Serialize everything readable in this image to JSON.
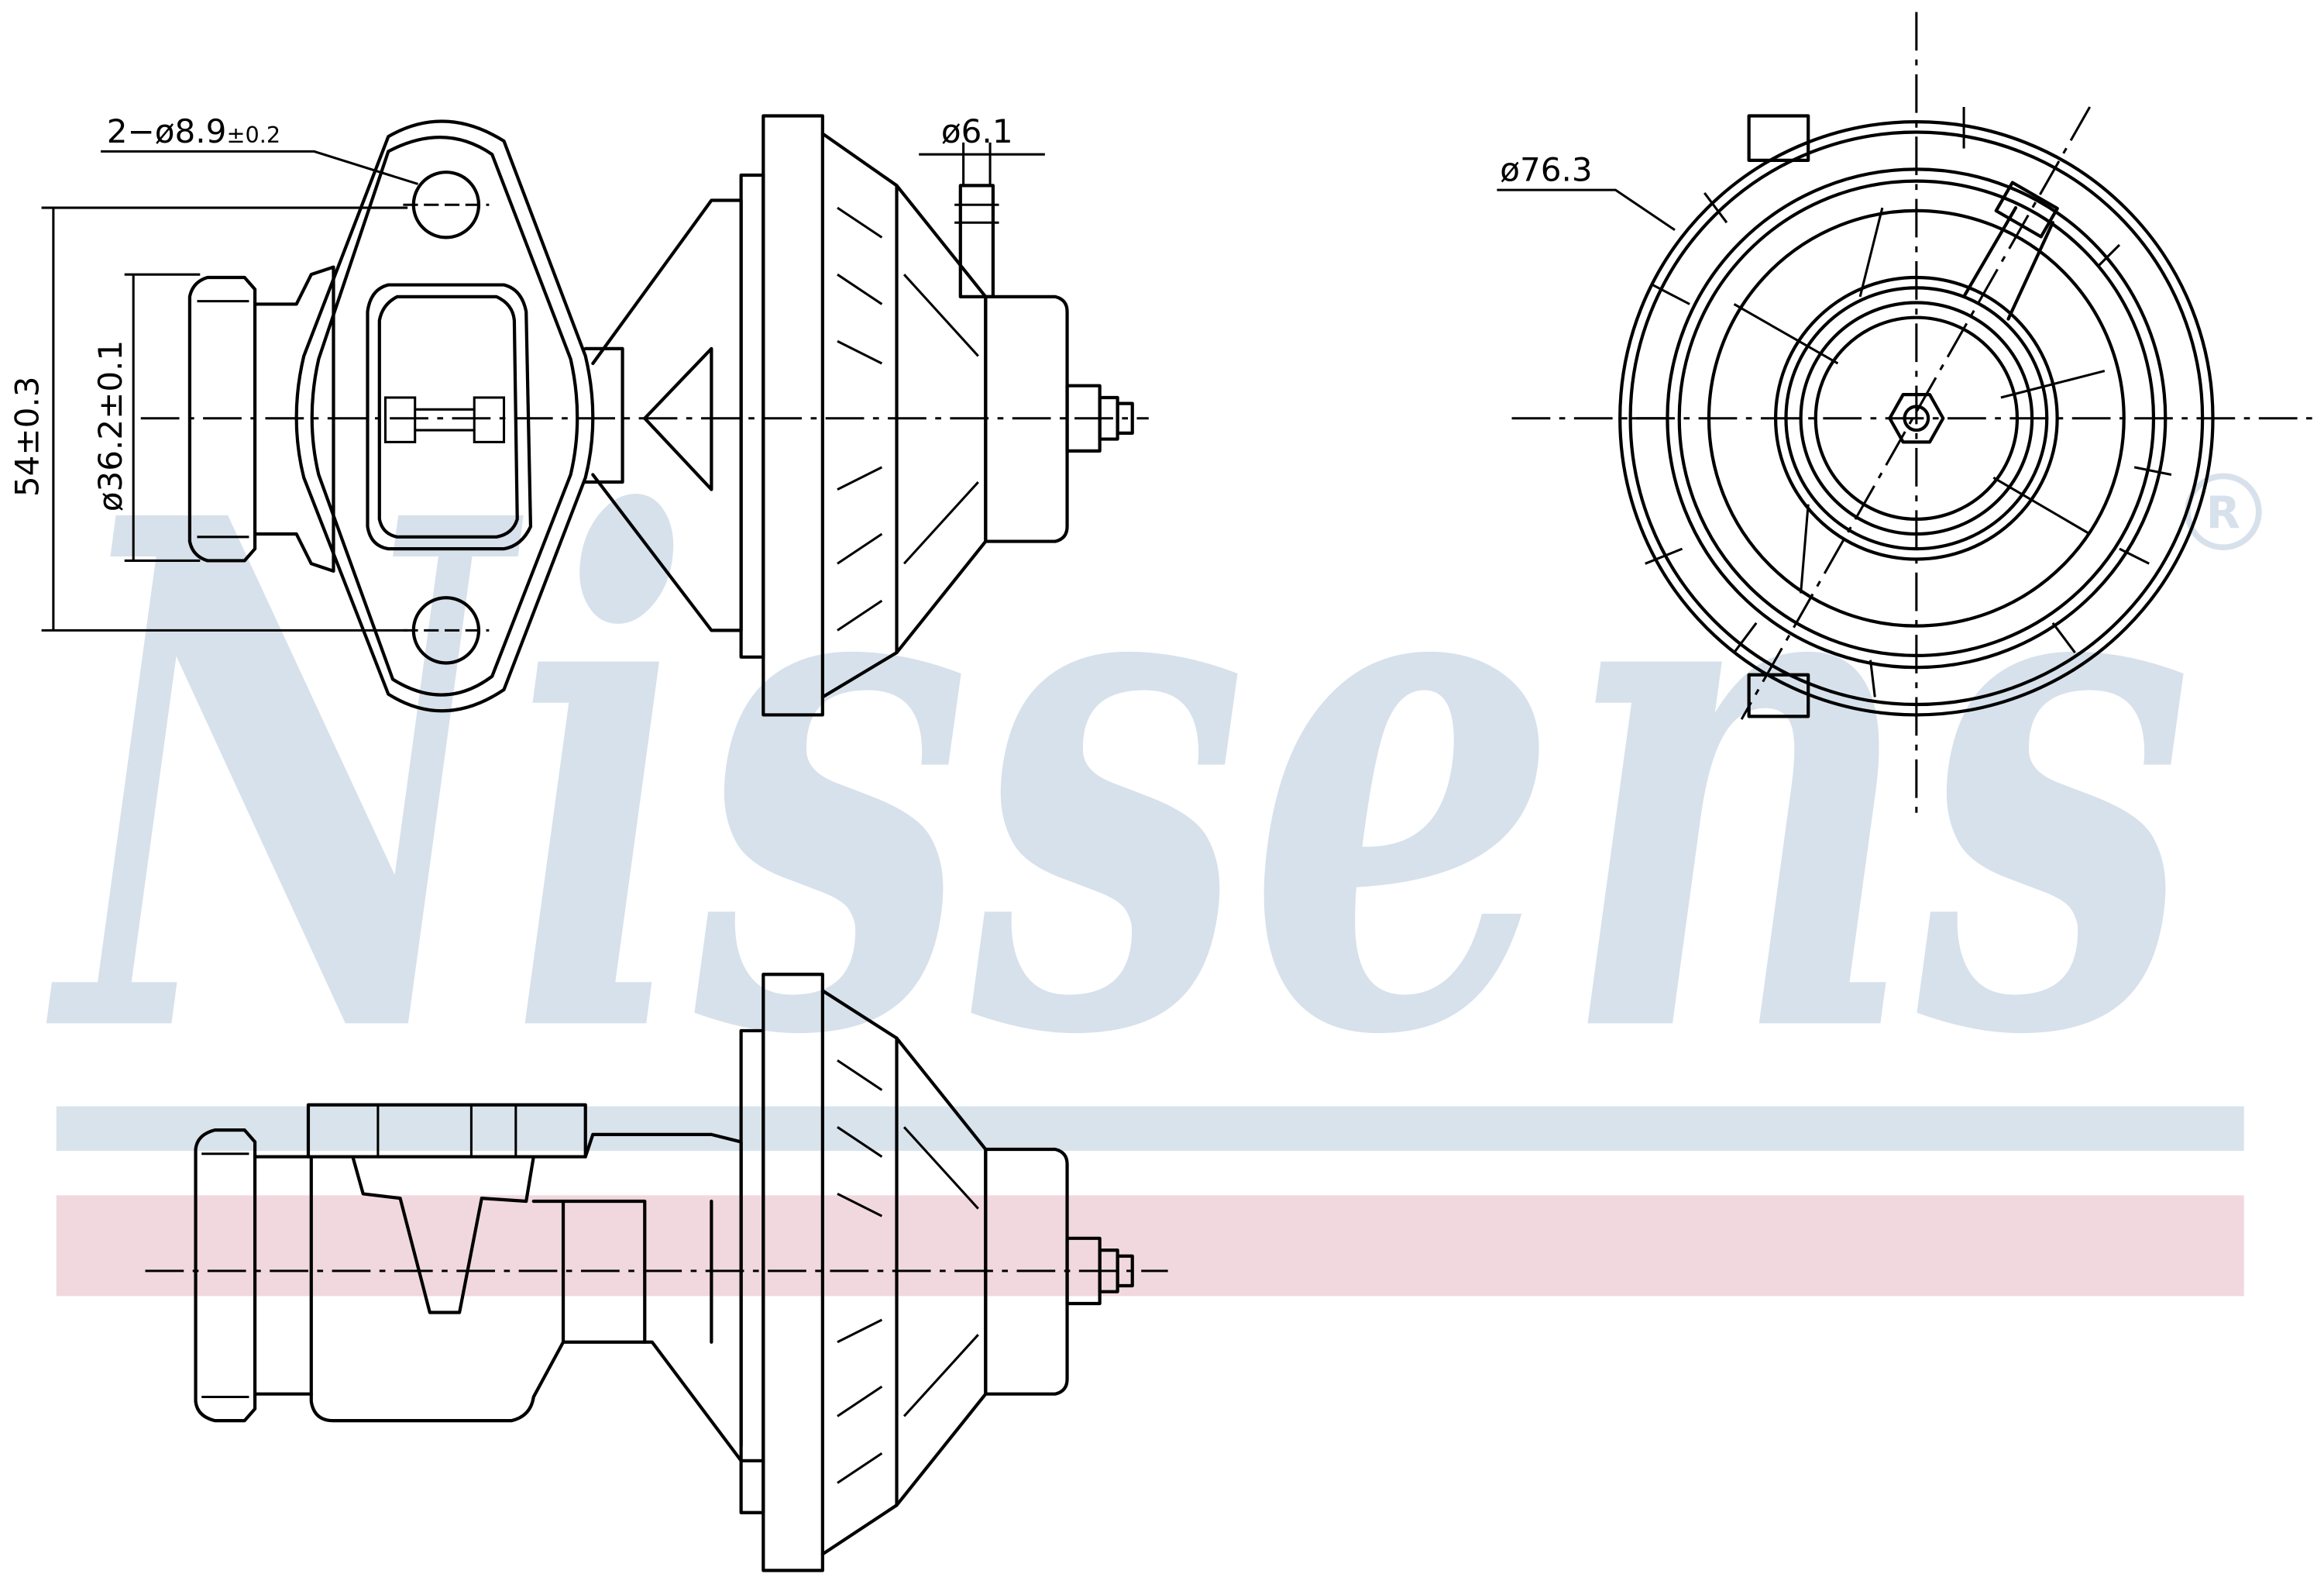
{
  "drawing": {
    "title": "EGR valve technical drawing",
    "brand_watermark": "Nissens",
    "registered_mark": "®",
    "colors": {
      "watermark": "#d7e1eb",
      "band_blue": "#d9e3ec",
      "band_red": "#f1d8de",
      "line": "#000000",
      "background": "#ffffff"
    },
    "views": [
      "front view",
      "end view (round)",
      "side view"
    ]
  },
  "dimensions": {
    "bolt_holes": {
      "prefix": "2−ø8.9",
      "tol": "±0.2"
    },
    "pipe_dia": {
      "label": "ø6.1"
    },
    "body_dia": {
      "label": "ø76.3"
    },
    "hole_spacing": {
      "label": "54±0.3"
    },
    "port_dia": {
      "label": "ø36.2±0.1"
    }
  }
}
